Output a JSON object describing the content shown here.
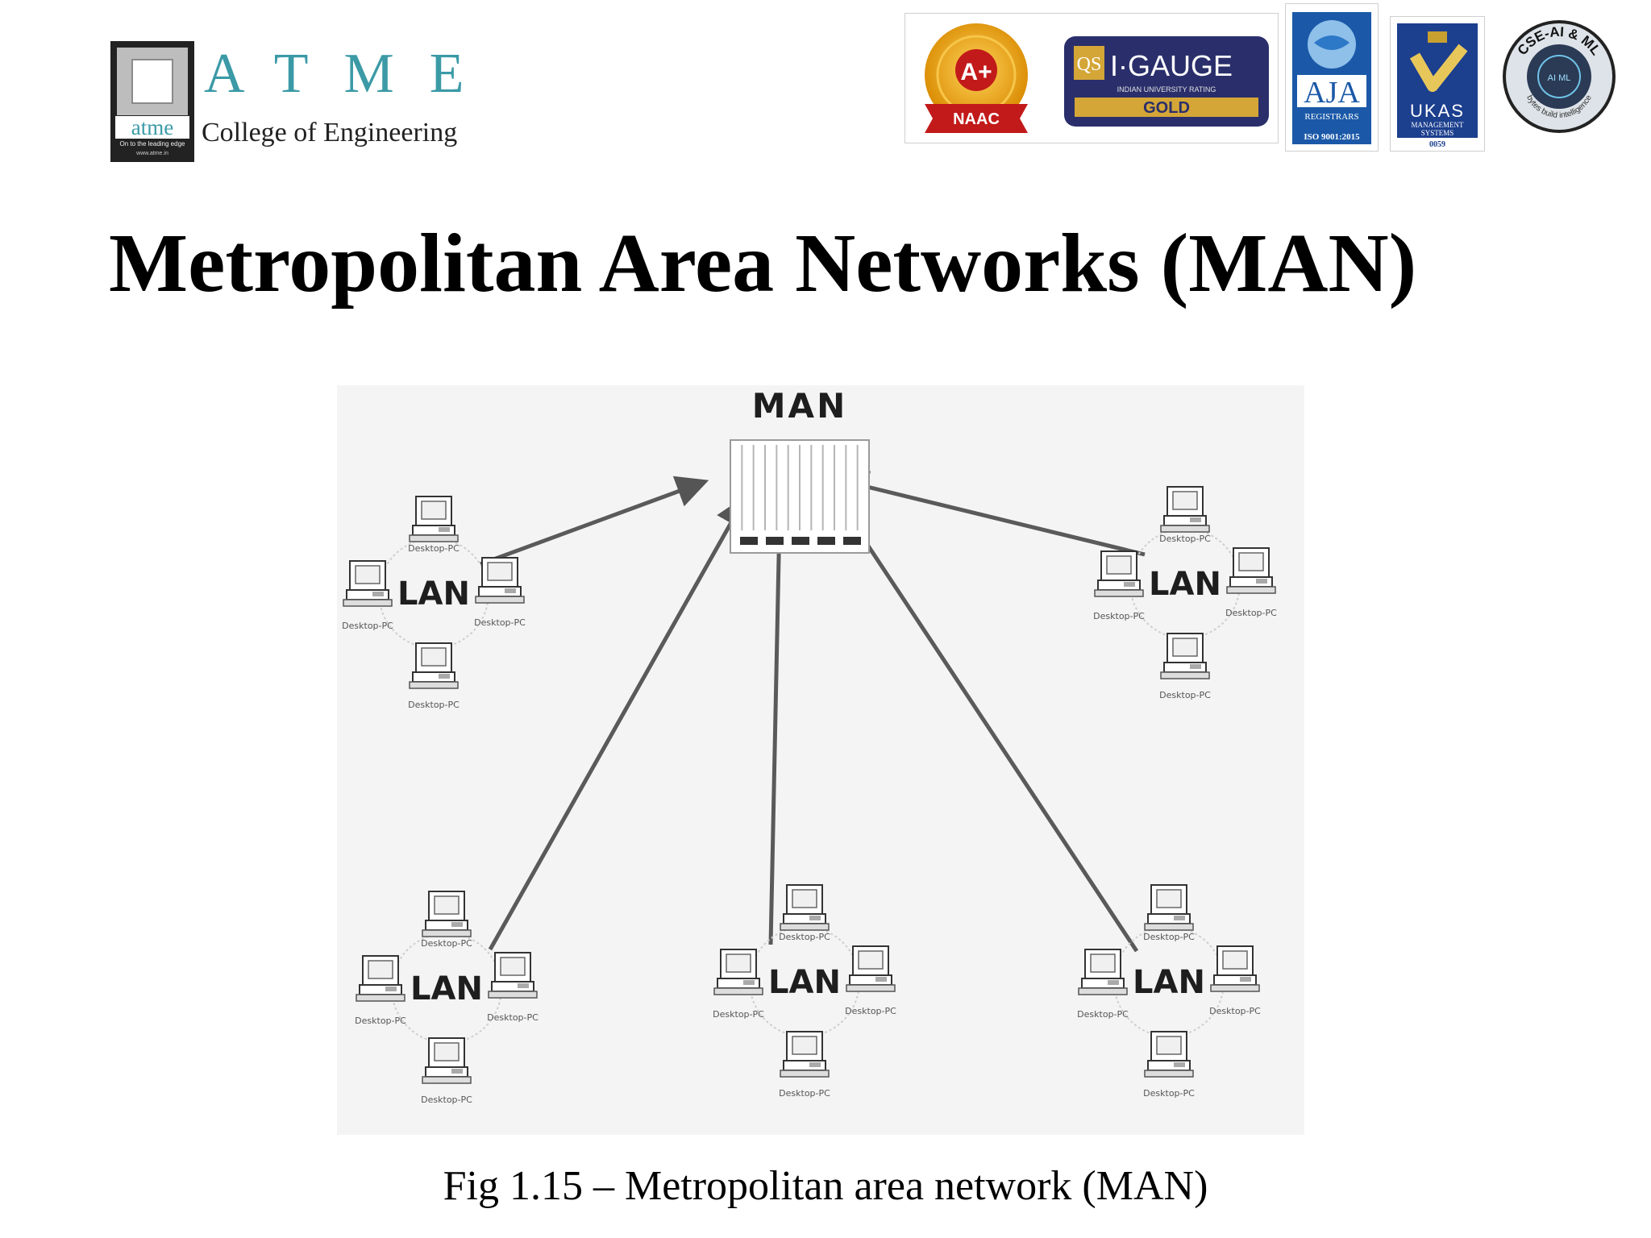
{
  "logo": {
    "box_word": "atme",
    "tagline": "On to the leading edge",
    "url": "www.atme.in",
    "letters": "ATME",
    "college": "College of Engineering"
  },
  "badges": {
    "naac": {
      "grade": "A+",
      "name": "NAAC"
    },
    "qs": {
      "brand": "QS",
      "name": "I·GAUGE",
      "sub": "INDIAN UNIVERSITY RATING",
      "grade": "GOLD"
    },
    "aja": {
      "name": "AJA",
      "line1": "REGISTRARS",
      "cert": "ISO 9001:2015"
    },
    "ukas": {
      "name": "UKAS",
      "line1": "MANAGEMENT",
      "line2": "SYSTEMS",
      "number": "0059"
    },
    "cse": {
      "ring": "CSE-AI & ML",
      "center": "AI ML",
      "motto": "bytes build intelligence"
    }
  },
  "title": "Metropolitan Area Networks (MAN)",
  "diagram": {
    "hub_label": "MAN",
    "lan_label": "LAN",
    "pc_label": "Desktop-PC",
    "lans": [
      {
        "id": "top-left"
      },
      {
        "id": "top-right"
      },
      {
        "id": "bottom-left"
      },
      {
        "id": "bottom-center"
      },
      {
        "id": "bottom-right"
      }
    ]
  },
  "caption": "Fig 1.15 – Metropolitan area network (MAN)"
}
